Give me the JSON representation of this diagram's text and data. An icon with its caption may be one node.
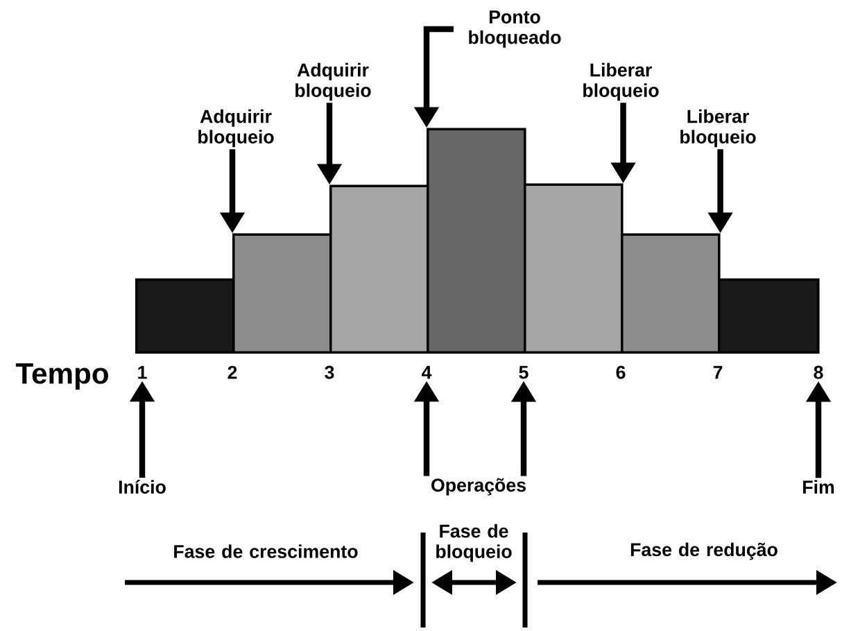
{
  "diagram": {
    "nodes": [
      {
        "text": [],
        "shape": "bar"
      },
      {
        "text": [],
        "shape": "bar"
      },
      {
        "text": [],
        "shape": "bar"
      },
      {
        "text": [],
        "shape": "bar"
      },
      {
        "text": [],
        "shape": "bar"
      },
      {
        "text": [],
        "shape": "bar"
      },
      {
        "text": [],
        "shape": "bar"
      },
      {
        "text": [
          "Adquirir bloqueio"
        ]
      },
      {
        "text": [
          "Adquirir bloqueio"
        ]
      },
      {
        "text": [
          "Ponto bloqueado"
        ]
      },
      {
        "text": [
          "Liberar bloqueio"
        ]
      },
      {
        "text": [
          "Liberar bloqueio"
        ]
      },
      {
        "text": [
          "1"
        ]
      },
      {
        "text": [
          "2"
        ]
      },
      {
        "text": [
          "3"
        ]
      },
      {
        "text": [
          "4"
        ]
      },
      {
        "text": [
          "5"
        ]
      },
      {
        "text": [
          "6"
        ]
      },
      {
        "text": [
          "7"
        ]
      },
      {
        "text": [
          "8"
        ]
      },
      {
        "text": [
          "Início"
        ]
      },
      {
        "text": [
          "Operações"
        ]
      },
      {
        "text": [
          "Fim"
        ]
      }
    ],
    "edges": [
      {
        "from": 7,
        "to": 1,
        "arrow": "to"
      },
      {
        "from": 8,
        "to": 2,
        "arrow": "to"
      },
      {
        "from": 9,
        "to": 3,
        "arrow": "to"
      },
      {
        "from": 10,
        "to": 4,
        "arrow": "to"
      },
      {
        "from": 11,
        "to": 5,
        "arrow": "to"
      },
      {
        "from": 20,
        "to": 12,
        "arrow": "to"
      },
      {
        "from": 21,
        "to": 15,
        "arrow": "to"
      },
      {
        "from": 21,
        "to": 16,
        "arrow": "to"
      },
      {
        "from": 22,
        "to": 19,
        "arrow": "to"
      }
    ],
    "labels": [
      "Tempo",
      "Fase de crescimento",
      "Fase de bloqueio",
      "Fase de redução"
    ]
  }
}
